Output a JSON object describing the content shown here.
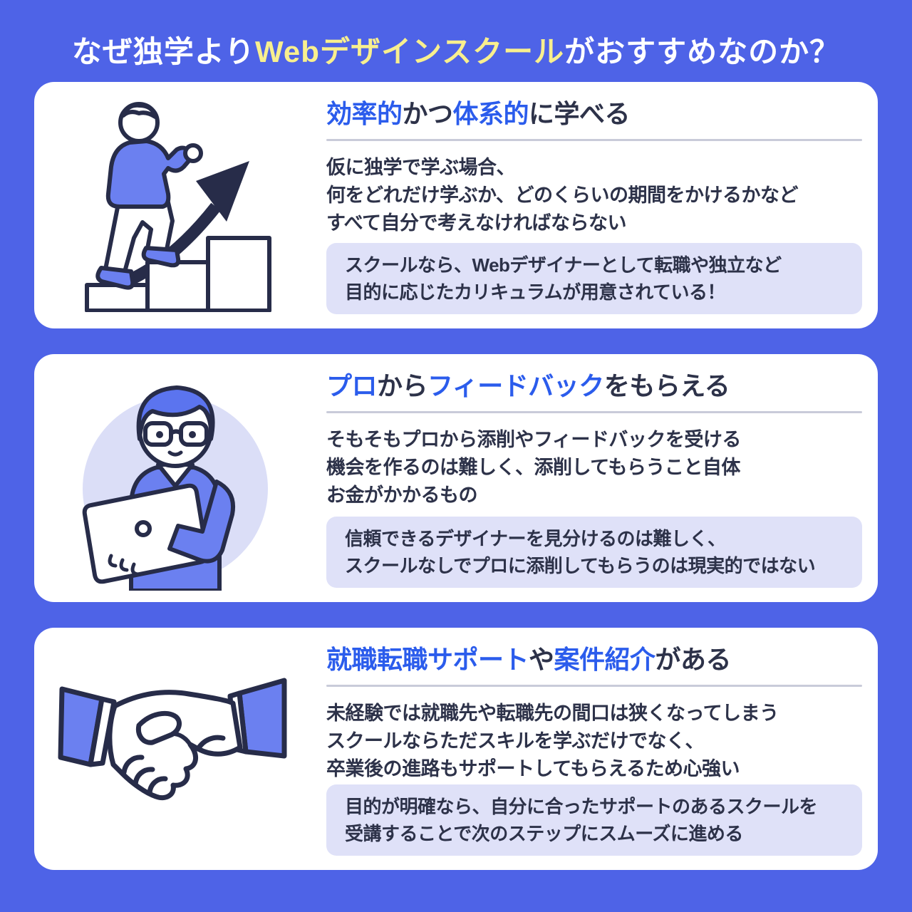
{
  "title": {
    "segments": [
      {
        "text": "なぜ独学より",
        "highlight": false
      },
      {
        "text": "Webデザインスクール",
        "highlight": true
      },
      {
        "text": "がおすすめなのか？",
        "highlight": false
      }
    ]
  },
  "colors": {
    "background": "#4e63e7",
    "card": "#ffffff",
    "callout_bg": "#dfe1f8",
    "accent_text_blue": "#2b5cec",
    "body_text_dark": "#2d3249",
    "title_highlight_yellow": "#f8ef8e",
    "divider_gray": "#c9cbd9",
    "illustration_blue": "#6b80f0",
    "illustration_outline": "#272c49",
    "illustration_circle_bg": "#dbdef7"
  },
  "cards": [
    {
      "id": "efficient-systematic-learning",
      "illustration": "person-climbing-stairs-with-growth-arrow",
      "heading": [
        "効率的",
        "かつ",
        "体系的",
        "に学べる"
      ],
      "body_lines": [
        "仮に独学で学ぶ場合、",
        "何をどれだけ学ぶか、どのくらいの期間をかけるかなど",
        "すべて自分で考えなければならない"
      ],
      "callout_lines": [
        "スクールなら、Webデザイナーとして転職や独立など",
        "目的に応じたカリキュラムが用意されている！"
      ]
    },
    {
      "id": "pro-feedback",
      "illustration": "mentor-with-laptop",
      "heading": [
        "プロ",
        "から",
        "フィードバック",
        "をもらえる"
      ],
      "body_lines": [
        "そもそもプロから添削やフィードバックを受ける",
        "機会を作るのは難しく、添削してもらうこと自体",
        "お金がかかるもの"
      ],
      "callout_lines": [
        "信頼できるデザイナーを見分けるのは難しく、",
        "スクールなしでプロに添削してもらうのは現実的ではない"
      ]
    },
    {
      "id": "career-support",
      "illustration": "handshake",
      "heading": [
        "就職転職サポート",
        "や",
        "案件紹介",
        "がある"
      ],
      "body_lines": [
        "未経験では就職先や転職先の間口は狭くなってしまう",
        "スクールならただスキルを学ぶだけでなく、",
        "卒業後の進路もサポートしてもらえるため心強い"
      ],
      "callout_lines": [
        "目的が明確なら、自分に合ったサポートのあるスクールを",
        "受講することで次のステップにスムーズに進める"
      ]
    }
  ]
}
